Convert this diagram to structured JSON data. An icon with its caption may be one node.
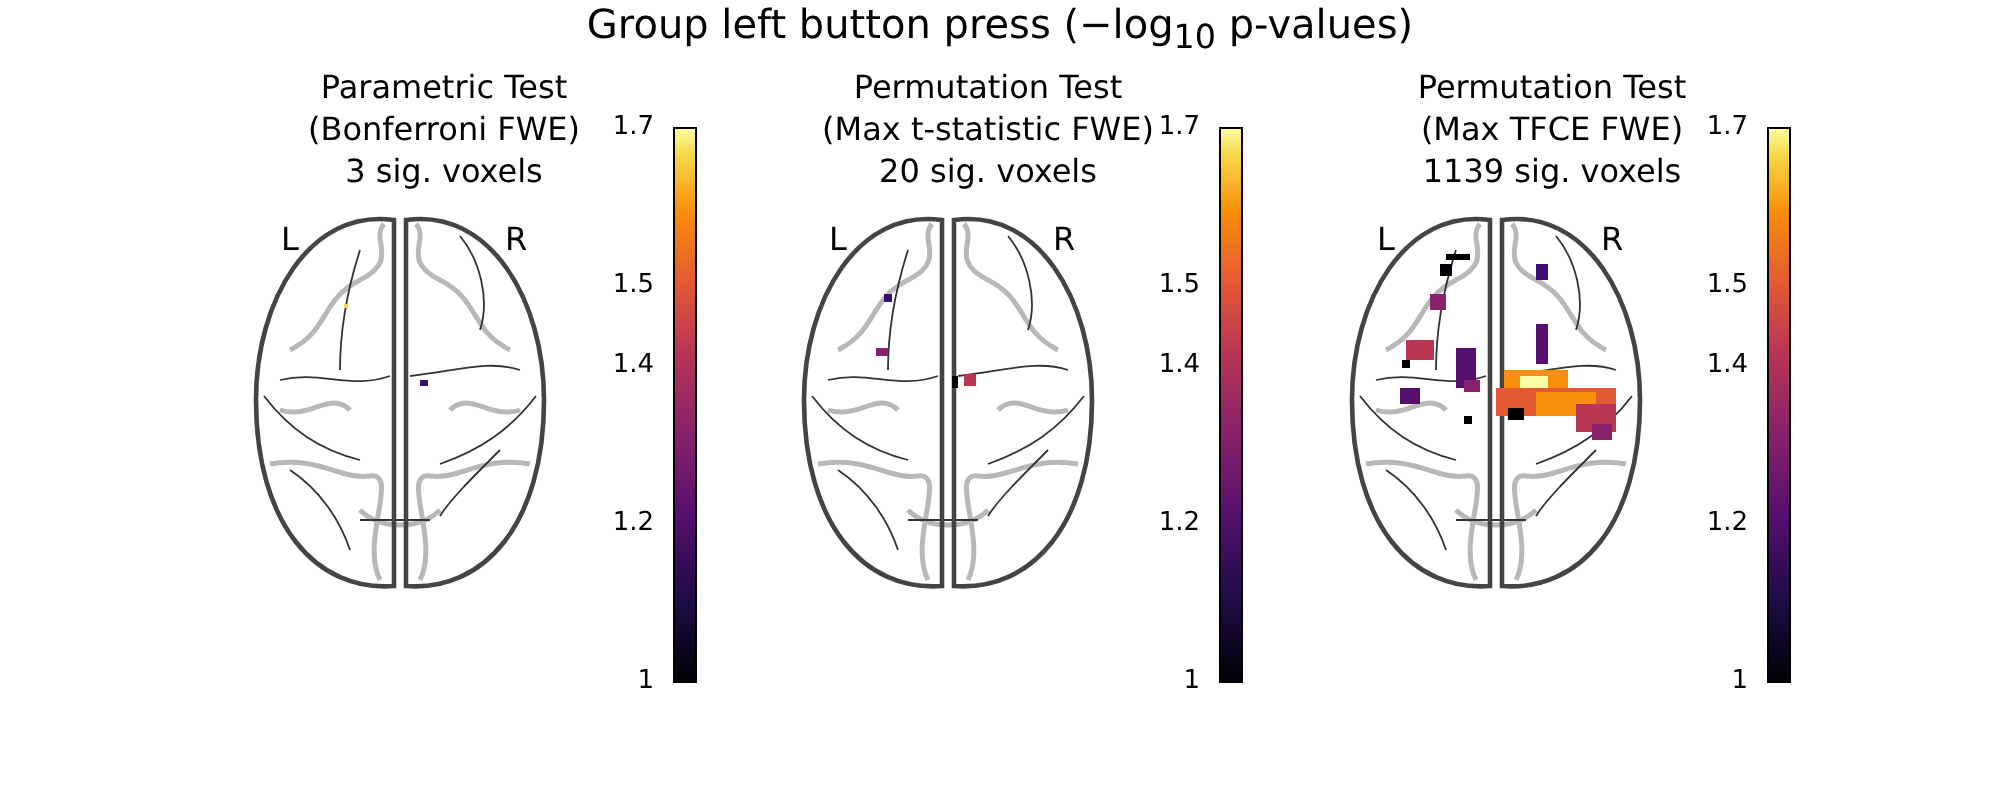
{
  "diagram": {
    "title": "Group left button press (−log$_{10}$ p-values)",
    "labels": [
      "Parametric Test",
      "(Bonferroni FWE)",
      "3 sig. voxels",
      "L",
      "R",
      "1.7",
      "1.5",
      "1.4",
      "1.2",
      "1",
      "Permutation Test",
      "(Max t-statistic FWE)",
      "20 sig. voxels",
      "L",
      "R",
      "1.7",
      "1.5",
      "1.4",
      "1.2",
      "1",
      "Permutation Test",
      "(Max TFCE FWE)",
      "1139 sig. voxels",
      "L",
      "R",
      "1.7",
      "1.5",
      "1.4",
      "1.2",
      "1"
    ]
  }
}
